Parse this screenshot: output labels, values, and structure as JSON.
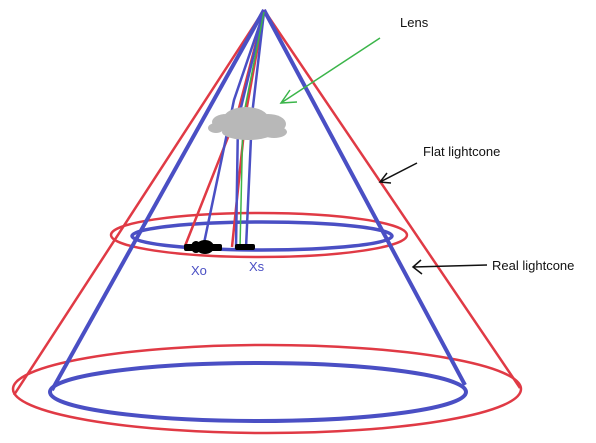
{
  "labels": {
    "lens": "Lens",
    "flat_lightcone": "Flat lightcone",
    "real_lightcone": "Real lightcone",
    "observer_point": "Xo",
    "source_point": "Xs"
  },
  "colors": {
    "flat_cone": "#e03a45",
    "real_cone": "#4a4fc4",
    "lens_arrow": "#3bb54a",
    "pointer_arrows": "#111111",
    "lens_cloud": "#b8b8b8",
    "point_labels": "#4a4fc4",
    "observer_marker": "#000000"
  }
}
